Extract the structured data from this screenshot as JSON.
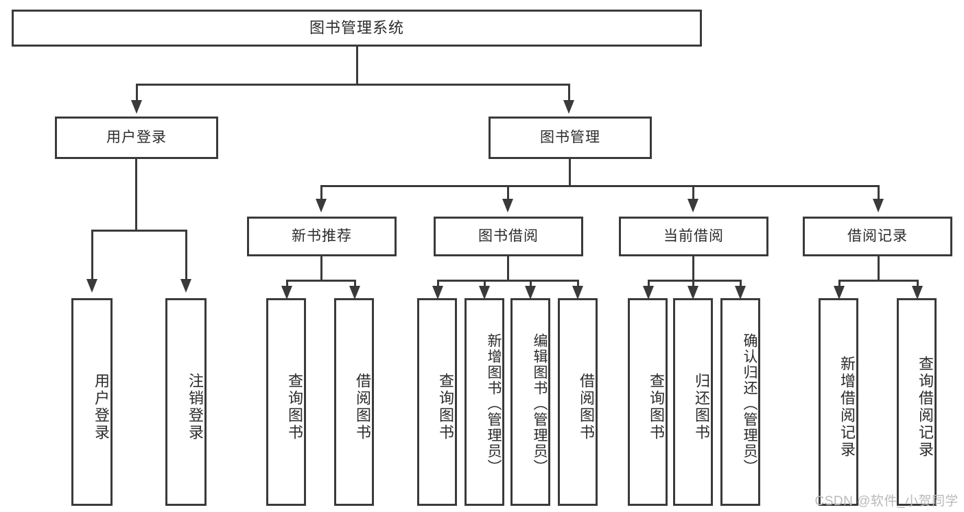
{
  "diagram": {
    "type": "tree",
    "title": "图书管理系统",
    "watermark": "CSDN @软件_小贺同学",
    "levels": {
      "root": {
        "label": "图书管理系统"
      },
      "level2": [
        {
          "label": "用户登录"
        },
        {
          "label": "图书管理"
        }
      ],
      "level3": [
        {
          "label": "新书推荐"
        },
        {
          "label": "图书借阅"
        },
        {
          "label": "当前借阅"
        },
        {
          "label": "借阅记录"
        }
      ],
      "level4": {
        "user_login": [
          {
            "label": "用户登录"
          },
          {
            "label": "注销登录"
          }
        ],
        "new_book_recommend": [
          {
            "label": "查询图书"
          },
          {
            "label": "借阅图书"
          }
        ],
        "book_borrow": [
          {
            "label": "查询图书"
          },
          {
            "label": "新增图书（管理员）"
          },
          {
            "label": "编辑图书（管理员）"
          },
          {
            "label": "借阅图书"
          }
        ],
        "current_borrow": [
          {
            "label": "查询图书"
          },
          {
            "label": "归还图书"
          },
          {
            "label": "确认归还（管理员）"
          }
        ],
        "borrow_record": [
          {
            "label": "新增借阅记录"
          },
          {
            "label": "查询借阅记录"
          }
        ]
      }
    },
    "colors": {
      "stroke": "#3a3a3a",
      "text": "#2b2b2b",
      "background": "#ffffff",
      "watermark": "#b9b9b9"
    }
  }
}
